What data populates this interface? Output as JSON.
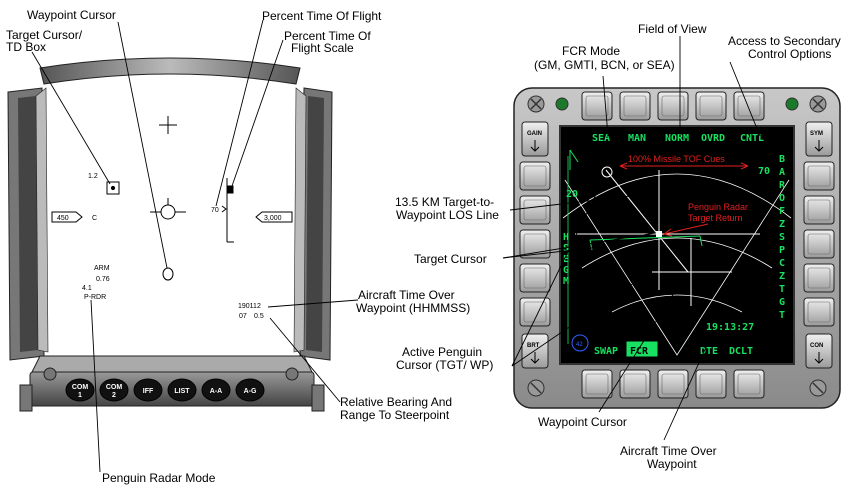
{
  "hud_labels": {
    "waypoint_cursor": "Waypoint Cursor",
    "target_cursor_l1": "Target Cursor/",
    "target_cursor_l2": "TD  Box",
    "percent_tof": "Percent Time Of Flight",
    "percent_tof_scale_l1": "Percent Time Of",
    "percent_tof_scale_l2": "Flight Scale",
    "aircraft_time_l1": "Aircraft Time Over",
    "aircraft_time_l2": "Waypoint (HHMMSS)",
    "rel_bearing_l1": "Relative Bearing And",
    "rel_bearing_l2": "Range To Steerpoint",
    "penguin_mode": "Penguin Radar Mode"
  },
  "hud_symbology": {
    "td_value": "1.2",
    "speed": "450",
    "speed_suffix": "C",
    "altitude": "3,000",
    "tof_value": "70",
    "arm": "ARM",
    "val_076": "0.76",
    "val_41": "4.1",
    "mode": "P-RDR",
    "time": "190112",
    "bearing": "07",
    "range": "0.5"
  },
  "hud_buttons": [
    {
      "l1": "COM",
      "l2": "1"
    },
    {
      "l1": "COM",
      "l2": "2"
    },
    {
      "l1": "IFF",
      "l2": ""
    },
    {
      "l1": "LIST",
      "l2": ""
    },
    {
      "l1": "A-A",
      "l2": ""
    },
    {
      "l1": "A-G",
      "l2": ""
    }
  ],
  "mfd_labels": {
    "fcr_mode_l1": "FCR Mode",
    "fcr_mode_l2": "(GM, GMTI, BCN, or SEA)",
    "fov": "Field of View",
    "access_l1": "Access to Secondary",
    "access_l2": "Control Options",
    "los_l1": "13.5 KM Target-to-",
    "los_l2": "Waypoint LOS Line",
    "target_cursor": "Target Cursor",
    "active_penguin_l1": "Active Penguin",
    "active_penguin_l2": "Cursor (TGT/ WP)",
    "waypoint_cursor": "Waypoint Cursor",
    "aircraft_time_l1": "Aircraft Time Over",
    "aircraft_time_l2": "Waypoint"
  },
  "mfd_screen": {
    "top_mode": "SEA",
    "top_man": "MAN",
    "top_norm": "NORM",
    "top_ovrd": "OVRD",
    "top_cntl": "CNTL",
    "range": "20",
    "tof": "70",
    "missile_tof": "100% Missile TOF Cues",
    "penguin_l1": "Penguin Radar",
    "penguin_l2": "Target Return",
    "time": "19:13:27",
    "swap": "SWAP",
    "fcr": "FCR",
    "dte": "DTE",
    "dclt": "DCLT",
    "circle_num": "42",
    "left_vertical": [
      "H",
      "S",
      "E",
      "G",
      "M"
    ],
    "right_vertical": [
      "B",
      "A",
      "R",
      "O",
      "F",
      "Z",
      "S",
      "P",
      "C",
      "Z",
      "T",
      "G",
      "T"
    ]
  },
  "mfd_rockers": {
    "gain": "GAIN",
    "sym": "SYM",
    "brt": "BRT",
    "con": "CON"
  }
}
